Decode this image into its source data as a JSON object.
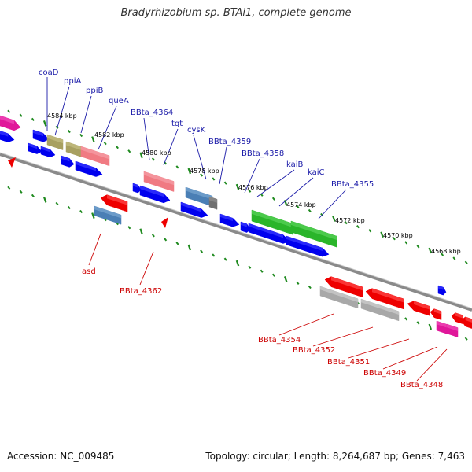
{
  "title": "Bradyrhizobium sp. BTAi1, complete genome",
  "footer": {
    "accession": "Accession: NC_009485",
    "summary": "Topology: circular; Length: 8,264,687 bp; Genes: 7,463"
  },
  "colors": {
    "backbone": "#808080",
    "tick": "#1f8a1f",
    "label_top": "#1a1aa8",
    "label_bottom": "#cc0000",
    "cds_forward": "#0000ee",
    "cds_reverse": "#ee0000"
  },
  "kbp_labels": [
    "4584 kbp",
    "4582 kbp",
    "4580 kbp",
    "4578 kbp",
    "4576 kbp",
    "4574 kbp",
    "4572 kbp",
    "4570 kbp",
    "4568 kbp"
  ],
  "top_labels": [
    "coaD",
    "ppiA",
    "ppiB",
    "queA",
    "BBta_4364",
    "tgt",
    "cysK",
    "BBta_4359",
    "BBta_4358",
    "kaiB",
    "kaiC",
    "BBta_4355"
  ],
  "bottom_labels": [
    "asd",
    "BBta_4362",
    "BBta_4354",
    "BBta_4352",
    "BBta_4351",
    "BBta_4349",
    "BBta_4348"
  ]
}
